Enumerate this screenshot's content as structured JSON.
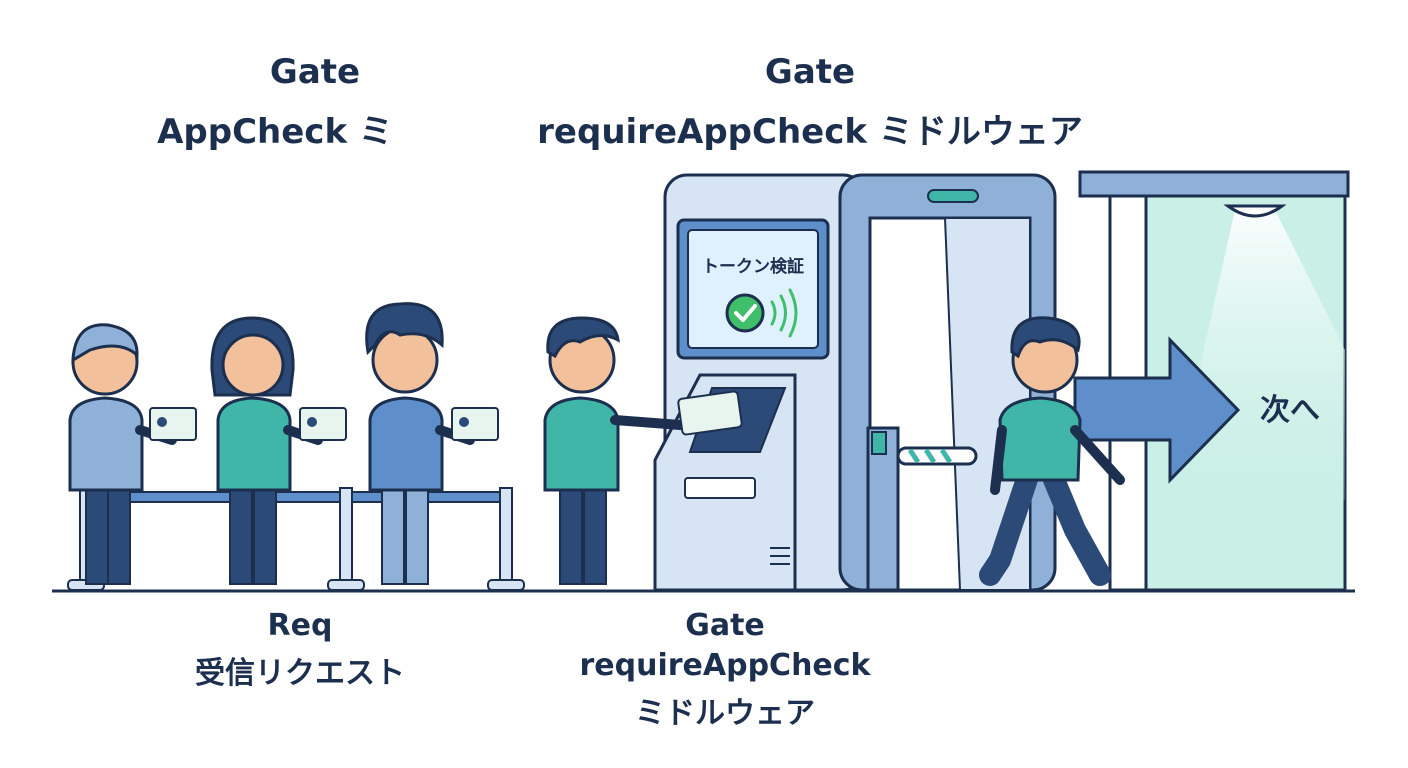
{
  "labels": {
    "top_left_line1": "Gate",
    "top_left_line2": "AppCheck ミ",
    "top_mid_line1": "Gate",
    "top_mid_line2": "requireAppCheck ミドルウェア",
    "bottom_left_line1": "Req",
    "bottom_left_line2": "受信リクエスト",
    "bottom_mid_line1": "Gate",
    "bottom_mid_line2": "requireAppCheck",
    "bottom_mid_line3": "ミドルウェア"
  },
  "gate_screen": {
    "text": "トークン検証",
    "status_icon": "check-circle-icon"
  },
  "exit_arrow": {
    "text": "次へ"
  },
  "colors": {
    "outline": "#1c2f4f",
    "blue_light": "#8fb1d8",
    "blue_mid": "#5f8fca",
    "teal": "#3fb6a8",
    "green_ok": "#3fbf6a",
    "mint_bg": "#c9efe6",
    "skin": "#f2c19b"
  }
}
